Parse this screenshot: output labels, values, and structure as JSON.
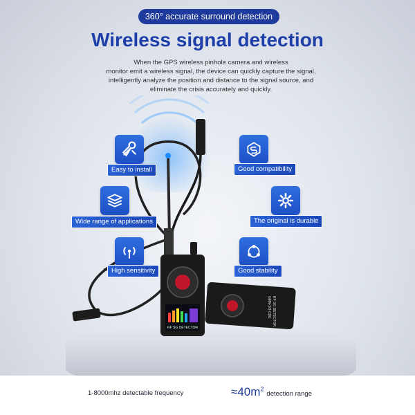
{
  "badge": "360° accurate surround detection",
  "headline": "Wireless signal detection",
  "description": [
    "When the GPS wireless pinhole camera and wireless",
    "monitor emit a wireless signal, the device can quickly capture the signal,",
    "intelligently analyze the position and distance to the signal source, and",
    "eliminate the crisis accurately and quickly."
  ],
  "features": {
    "easy_install": {
      "label": "Easy to install",
      "icon": "tools-icon"
    },
    "compatibility": {
      "label": "Good compatibility",
      "icon": "link-s-icon"
    },
    "wide_range": {
      "label": "Wide range of applications",
      "icon": "layers-icon"
    },
    "durable": {
      "label": "The original is durable",
      "icon": "gear-icon"
    },
    "sensitivity": {
      "label": "High sensitivity",
      "icon": "signal-icon"
    },
    "stability": {
      "label": "Good stability",
      "icon": "cycle-icon"
    }
  },
  "device_text": {
    "rf_label": "RF SG DETECTOR",
    "model": "GMN-SH-CDE",
    "screen_text": "RF SG DETECTOR"
  },
  "footer": {
    "frequency": "1-8000mhz detectable frequency",
    "range_prefix": "≈40m",
    "range_sup": "2",
    "range_label": "detection range"
  },
  "colors": {
    "accent": "#1f3fa8",
    "tile": "#2a5fd8",
    "badge": "#1d3a9c"
  }
}
